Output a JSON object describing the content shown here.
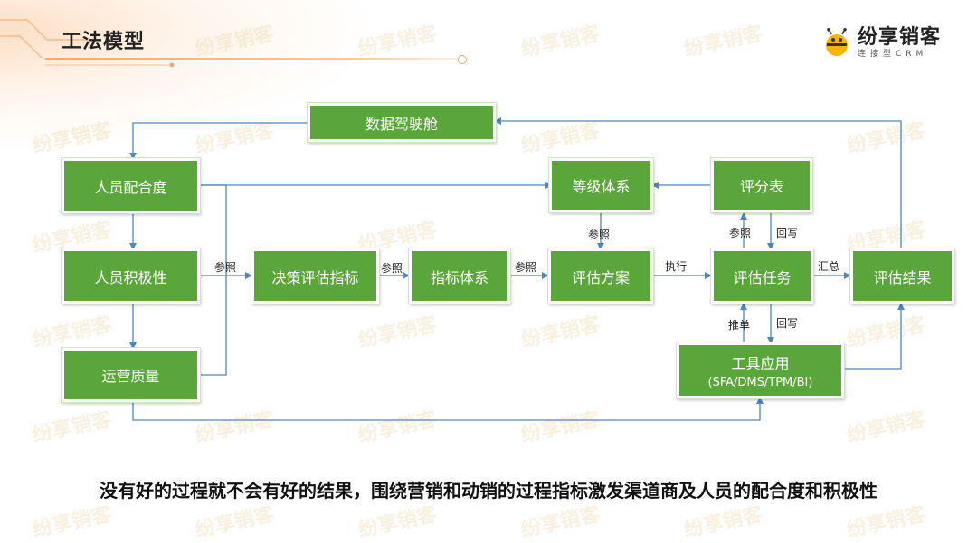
{
  "header": {
    "title": "工法模型",
    "brand_name": "纷享销客",
    "brand_sub": "连接型CRM"
  },
  "watermark": "纷享销客",
  "nodes": {
    "cockpit": "数据驾驶舱",
    "cooperation": "人员配合度",
    "enthusiasm": "人员积极性",
    "ops_quality": "运营质量",
    "decision_metrics": "决策评估指标",
    "metric_system": "指标体系",
    "grade_system": "等级体系",
    "scorecard": "评分表",
    "eval_plan": "评估方案",
    "eval_task": "评估任务",
    "eval_result": "评估结果",
    "tool_app": "工具应用",
    "tool_app_sub": "(SFA/DMS/TPM/BI)"
  },
  "edge_labels": {
    "ref_1": "参照",
    "ref_2": "参照",
    "ref_3": "参照",
    "ref_4": "参照",
    "ref_5": "参照",
    "execute": "执行",
    "summarize": "汇总",
    "writeback_1": "回写",
    "writeback_2": "回写",
    "push": "推单"
  },
  "caption": "没有好的过程就不会有好的结果，围绕营销和动销的过程指标激发渠道商及人员的配合度和积极性",
  "colors": {
    "node_fill": "#5aa63b",
    "edge": "#4a86c8",
    "accent": "#f3a96a"
  }
}
